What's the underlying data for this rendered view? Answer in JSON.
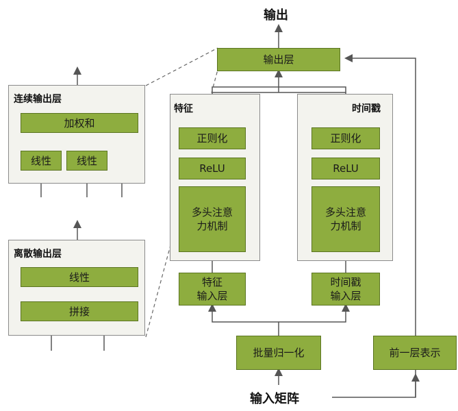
{
  "top_output": "输出",
  "bottom_input": "输入矩阵",
  "output_layer": "输出层",
  "feature_panel": {
    "title": "特征",
    "normalize": "正则化",
    "relu": "ReLU",
    "attention_line1": "多头注意",
    "attention_line2": "力机制",
    "input_line1": "特征",
    "input_line2": "输入层"
  },
  "time_panel": {
    "title": "时间戳",
    "normalize": "正则化",
    "relu": "ReLU",
    "attention_line1": "多头注意",
    "attention_line2": "力机制",
    "input_line1": "时间戳",
    "input_line2": "输入层"
  },
  "batch_norm": "批量归一化",
  "prev_layer": "前一层表示",
  "continuous_panel": {
    "title": "连续输出层",
    "weighted_sum": "加权和",
    "linear_a": "线性",
    "linear_b": "线性"
  },
  "discrete_panel": {
    "title": "离散输出层",
    "linear": "线性",
    "concat": "拼接"
  },
  "colors": {
    "box_fill": "#8ead3f",
    "box_border": "#5a7420",
    "panel_fill": "#f3f3ee",
    "panel_border": "#8a8a8a"
  }
}
